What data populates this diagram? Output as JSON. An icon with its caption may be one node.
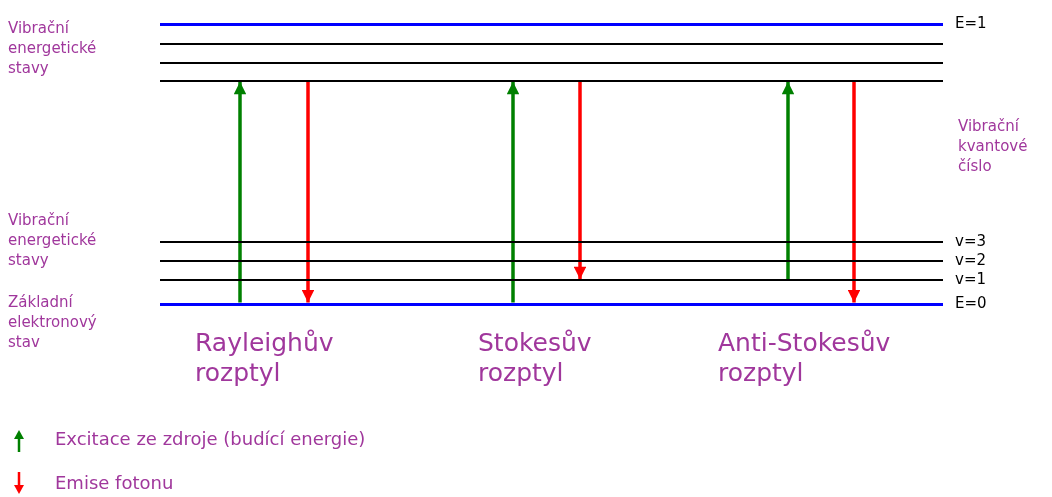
{
  "diagram": {
    "nodes": [
      {
        "text": [],
        "shape": "bar",
        "beside": [
          "E=1"
        ]
      },
      {
        "text": [],
        "shape": "bar"
      },
      {
        "text": [],
        "shape": "bar"
      },
      {
        "text": [],
        "shape": "bar"
      },
      {
        "text": [],
        "shape": "bar",
        "beside": [
          "v=3"
        ]
      },
      {
        "text": [],
        "shape": "bar",
        "beside": [
          "v=2"
        ]
      },
      {
        "text": [],
        "shape": "bar",
        "beside": [
          "v=1"
        ]
      },
      {
        "text": [],
        "shape": "bar",
        "beside": [
          "E=0"
        ]
      }
    ],
    "edges": [
      {
        "from": 7,
        "to": 3,
        "arrow": "to",
        "color": "#008000"
      },
      {
        "from": 3,
        "to": 7,
        "arrow": "to",
        "color": "#ff0000"
      },
      {
        "from": 7,
        "to": 3,
        "arrow": "to",
        "color": "#008000"
      },
      {
        "from": 3,
        "to": 6,
        "arrow": "to",
        "color": "#ff0000"
      },
      {
        "from": 6,
        "to": 3,
        "arrow": "to",
        "color": "#008000"
      },
      {
        "from": 3,
        "to": 7,
        "arrow": "to",
        "color": "#ff0000"
      }
    ],
    "labels": [
      "Vibrační energetické stavy",
      "Vibrační kvantové číslo",
      "Vibrační energetické stavy",
      "Základní elektronový stav",
      "Rayleighův rozptyl",
      "Stokesův rozptyl",
      "Anti-Stokesův rozptyl"
    ],
    "legend": [
      {
        "text": "Excitace ze zdroje (budící energie)"
      },
      {
        "text": "Emise fotonu"
      }
    ]
  }
}
